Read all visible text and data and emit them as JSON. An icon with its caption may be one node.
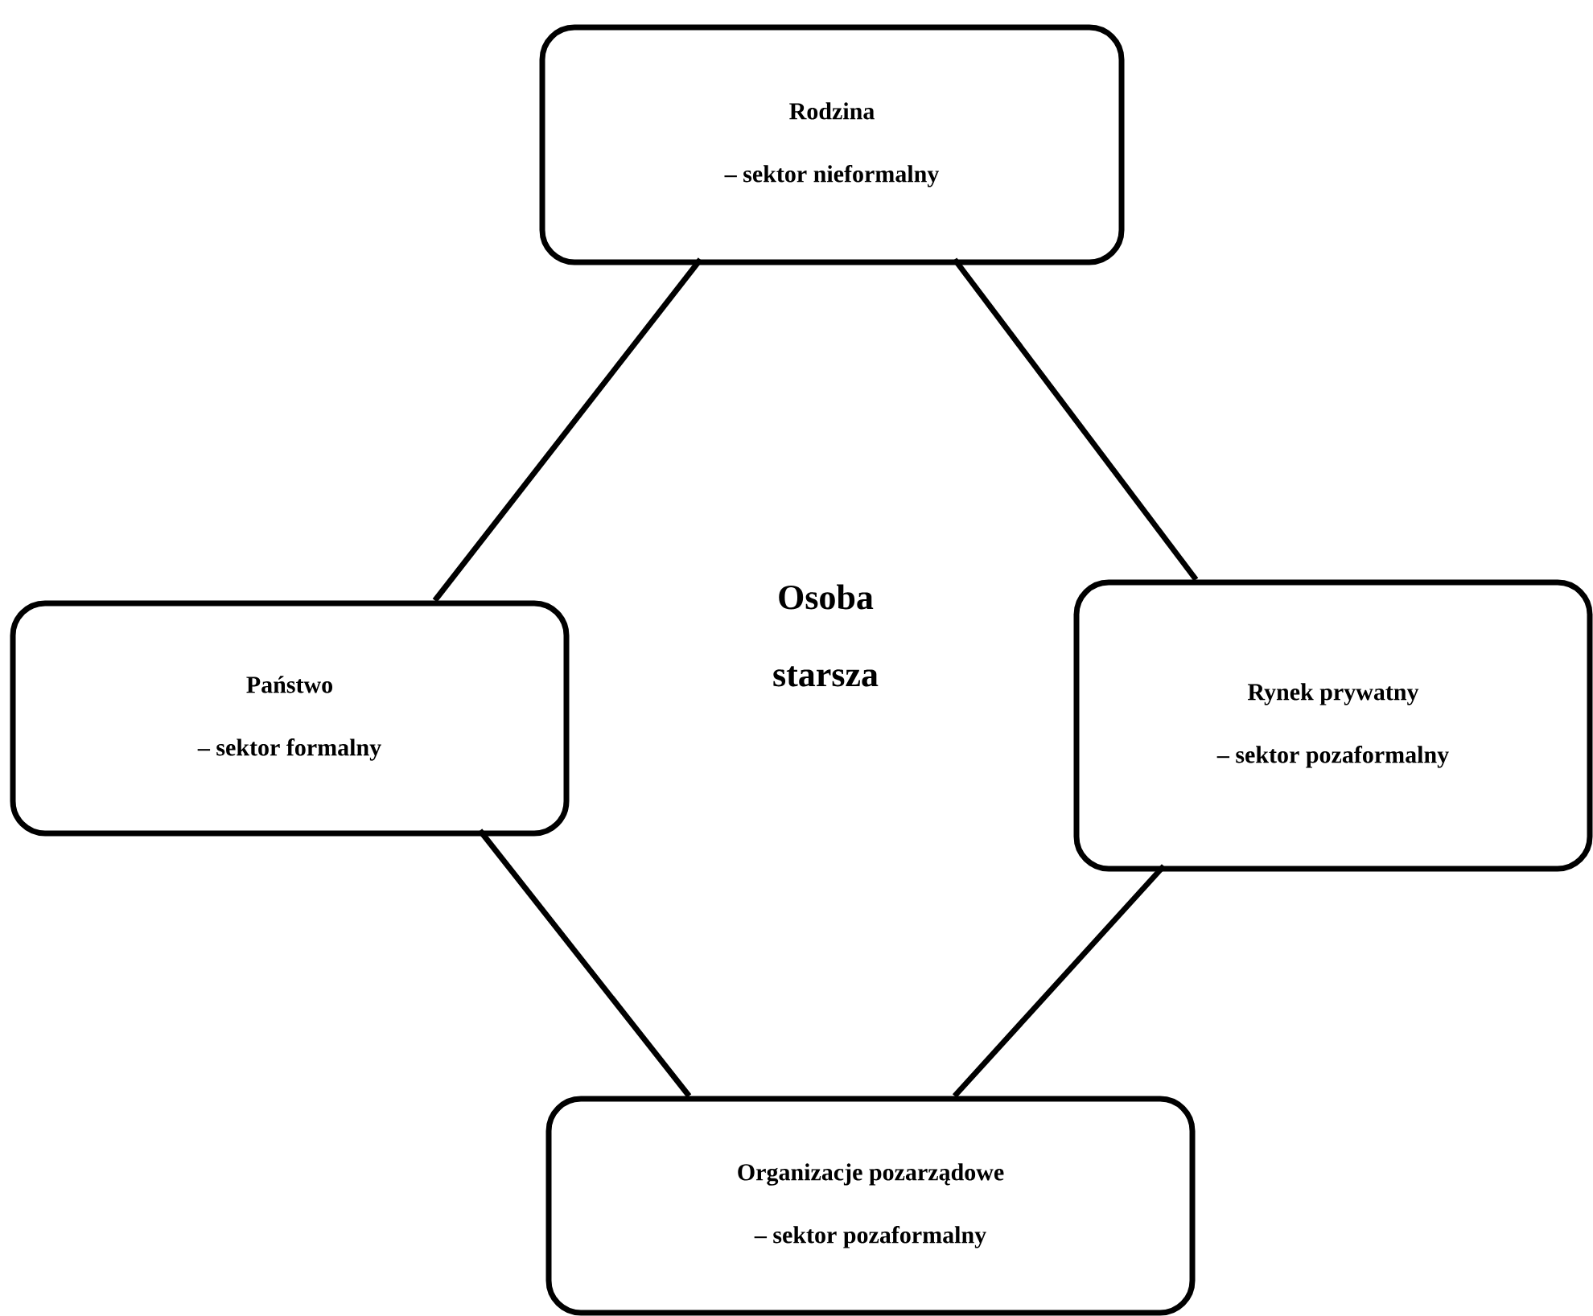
{
  "diagram": {
    "nodes": [
      {
        "text": [
          "Rodzina",
          "– sektor nieformalny"
        ]
      },
      {
        "text": [
          "Państwo",
          "– sektor formalny"
        ]
      },
      {
        "text": [
          "Rynek prywatny",
          "– sektor pozaformalny"
        ]
      },
      {
        "text": [
          "Organizacje pozarządowe",
          "– sektor pozaformalny"
        ]
      }
    ],
    "edges": [
      {
        "from": 0,
        "to": 1,
        "arrow": "none"
      },
      {
        "from": 0,
        "to": 2,
        "arrow": "none"
      },
      {
        "from": 1,
        "to": 3,
        "arrow": "none"
      },
      {
        "from": 2,
        "to": 3,
        "arrow": "none"
      }
    ],
    "labels": [
      "Osoba starsza"
    ]
  }
}
